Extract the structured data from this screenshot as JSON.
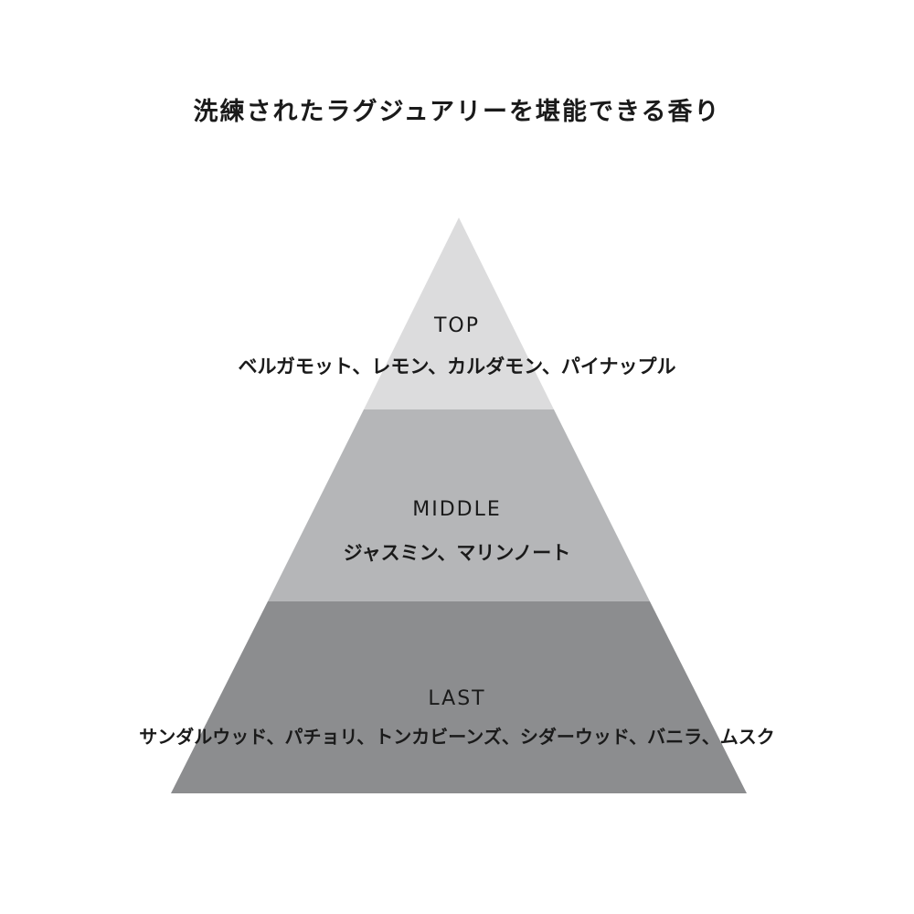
{
  "title": "洗練されたラグジュアリーを堪能できる香り",
  "tiers": [
    {
      "label": "TOP",
      "notes": "ベルガモット、レモン、カルダモン、パイナップル",
      "color": "#dcdcdd"
    },
    {
      "label": "MIDDLE",
      "notes": "ジャスミン、マリンノート",
      "color": "#b5b6b8"
    },
    {
      "label": "LAST",
      "notes": "サンダルウッド、パチョリ、トンカビーンズ、シダーウッド、バニラ、ムスク",
      "color": "#8c8d8f"
    }
  ]
}
